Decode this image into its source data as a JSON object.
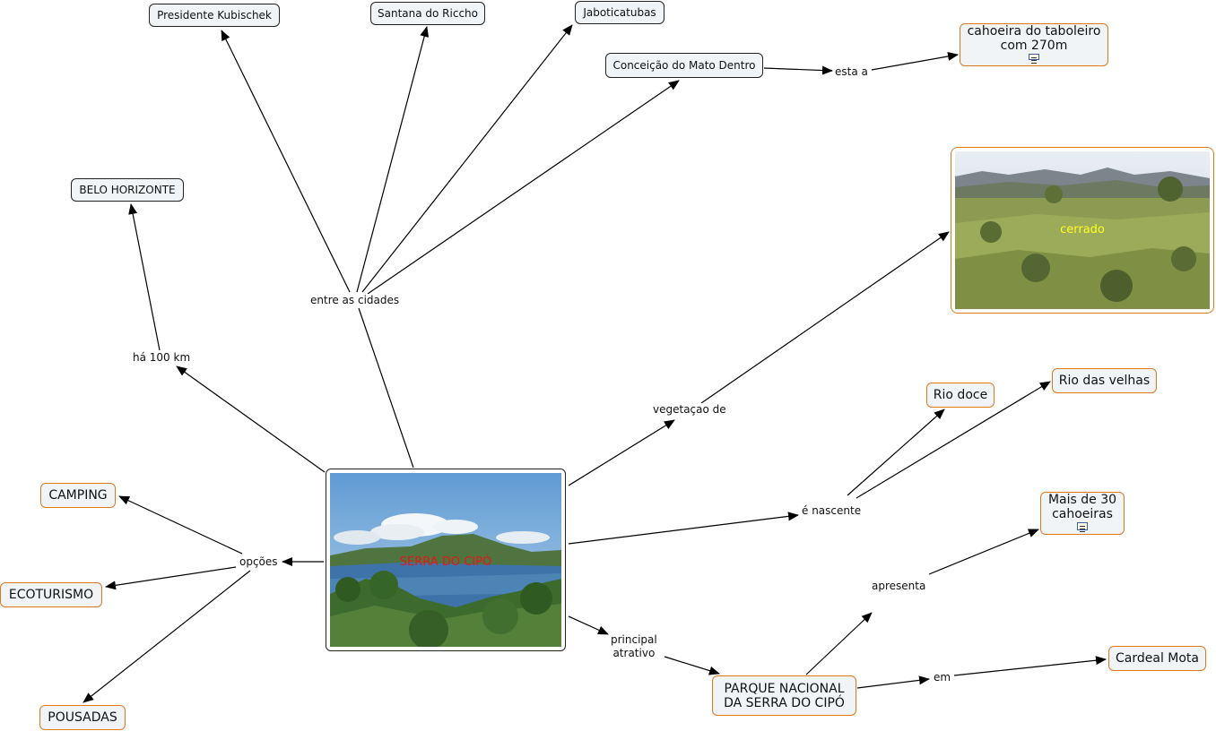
{
  "main": {
    "caption": "SERRA DO CIPÓ",
    "caption_color": "#e8141e"
  },
  "cerrado": {
    "caption": "cerrado",
    "caption_color": "#ffff20"
  },
  "nodes": {
    "presidente": "Presidente Kubischek",
    "santana": "Santana do Riccho",
    "jaboticatubas": "Jaboticatubas",
    "conceicao": "Conceição do Mato Dentro",
    "cahoeira_line1": "cahoeira do taboleiro",
    "cahoeira_line2": "com 270m",
    "belo": "BELO HORIZONTE",
    "camping": "CAMPING",
    "ecoturismo": "ECOTURISMO",
    "pousadas": "POUSADAS",
    "rio_doce": "Rio doce",
    "rio_velhas": "Rio das velhas",
    "mais30_line1": "Mais de 30",
    "mais30_line2": "cahoeiras",
    "parque_line1": "PARQUE NACIONAL",
    "parque_line2": "DA SERRA DO CIPÓ",
    "cardeal": "Cardeal Mota"
  },
  "labels": {
    "entre": "entre as cidades",
    "esta_a": "esta a",
    "ha_100": "há 100 km",
    "opcoes": "opções",
    "vegetacao": "vegetaçao de",
    "nascente": "é nascente",
    "apresenta": "apresenta",
    "principal_line1": "principal",
    "principal_line2": "atrativo",
    "em": "em"
  },
  "colors": {
    "orange_border": "#e0781e",
    "node_fill": "#f0f4f6",
    "line": "#000000"
  },
  "icons": [
    "document-icon",
    "document-icon"
  ]
}
